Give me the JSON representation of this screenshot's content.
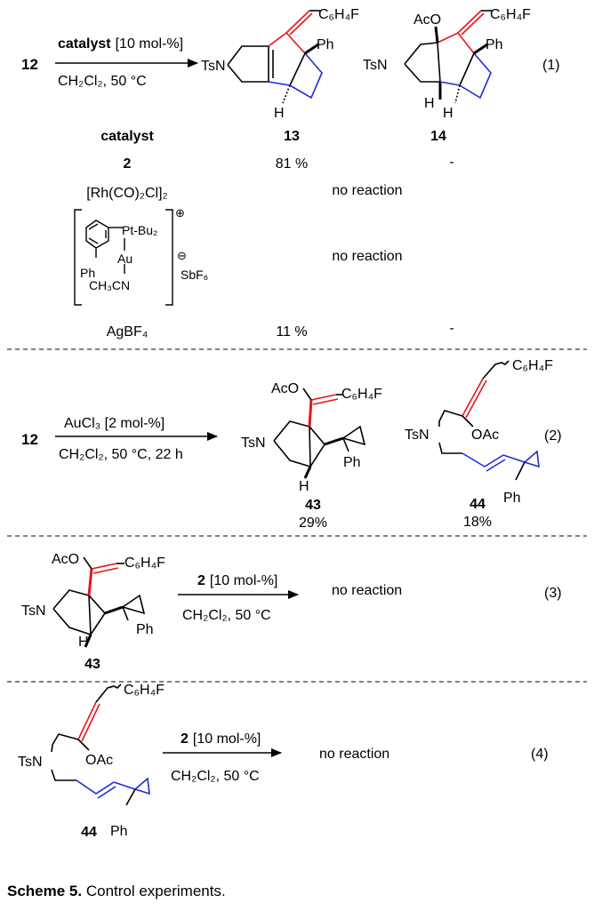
{
  "rxn1": {
    "substrate": "12",
    "arrow_top": "[10 mol-%]",
    "arrow_top_bold": "catalyst",
    "arrow_bottom": "CH₂Cl₂, 50 °C",
    "number": "(1)",
    "p13": {
      "aryl": "C₆H₄F",
      "ph": "Ph",
      "ts": "TsN",
      "h": "H"
    },
    "p14": {
      "aco": "AcO",
      "aryl": "C₆H₄F",
      "ph": "Ph",
      "ts": "TsN",
      "h1": "H",
      "h2": "H"
    },
    "table": {
      "headers": [
        "catalyst",
        "13",
        "14"
      ],
      "rows": [
        {
          "catalyst": "2",
          "c13": "81 %",
          "c14": "-"
        },
        {
          "catalyst": "[Rh(CO)₂Cl]₂",
          "merged": "no reaction"
        },
        {
          "catalyst": "gold-complex",
          "merged": "no reaction"
        },
        {
          "catalyst": "AgBF₄",
          "c13": "11 %",
          "c14": "-"
        }
      ],
      "gold": {
        "ph": "Ph",
        "pt": "Pt-Bu₂",
        "au": "Au",
        "ligand": "CH₃CN",
        "plus": "⊕",
        "minus": "⊖",
        "anion": "SbF₆"
      }
    }
  },
  "rxn2": {
    "substrate": "12",
    "arrow_top": "AuCl₃ [2 mol-%]",
    "arrow_bottom": "CH₂Cl₂, 50 °C, 22 h",
    "number": "(2)",
    "p43": {
      "aco": "AcO",
      "aryl": "C₆H₄F",
      "ts": "TsN",
      "ph": "Ph",
      "h": "H",
      "label": "43",
      "yield": "29%"
    },
    "p44": {
      "aryl": "C₆H₄F",
      "ts": "TsN",
      "oac": "OAc",
      "ph": "Ph",
      "label": "44",
      "yield": "18%"
    }
  },
  "rxn3": {
    "cat": "2",
    "arrow_top": "[10 mol-%]",
    "arrow_bottom": "CH₂Cl₂, 50 °C",
    "result": "no reaction",
    "number": "(3)",
    "s43": {
      "aco": "AcO",
      "aryl": "C₆H₄F",
      "ts": "TsN",
      "ph": "Ph",
      "h": "H",
      "label": "43"
    }
  },
  "rxn4": {
    "cat": "2",
    "arrow_top": "[10 mol-%]",
    "arrow_bottom": "CH₂Cl₂, 50 °C",
    "result": "no reaction",
    "number": "(4)",
    "s44": {
      "aryl": "C₆H₄F",
      "ts": "TsN",
      "oac": "OAc",
      "ph": "Ph",
      "label": "44"
    }
  },
  "caption": {
    "bold": "Scheme 5.",
    "text": " Control experiments."
  },
  "colors": {
    "red": "#e8141c",
    "blue": "#1f2bd6",
    "black": "#000000"
  }
}
